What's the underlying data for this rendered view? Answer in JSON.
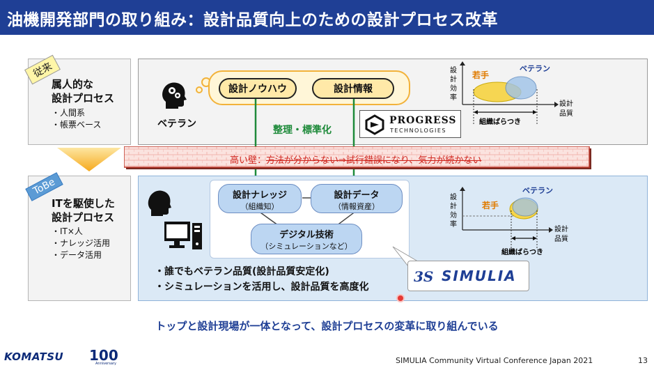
{
  "title": "油機開発部門の取り組み：設計品質向上のための設計プロセス改革",
  "current": {
    "tag": "従来",
    "process_title_1": "属人的な",
    "process_title_2": "設計プロセス",
    "bullets": [
      "・人間系",
      "・帳票ベース"
    ],
    "person_label": "ベテラン",
    "pill_knowhow": "設計ノウハウ",
    "pill_info": "設計情報",
    "standardize": "整理・標準化",
    "logo_main": "PROGRESS",
    "logo_sub": "TECHNOLOGIES",
    "chart": {
      "y_label": [
        "設",
        "計",
        "効",
        "率"
      ],
      "x_label": [
        "設計",
        "品質"
      ],
      "series_young": "若手",
      "series_veteran": "ベテラン",
      "variation": "組織ばらつき"
    }
  },
  "wall": {
    "prefix": "高い壁：",
    "struck": "方法が分からない⇒試行錯誤になり、気力が続かない"
  },
  "future": {
    "tag": "ToBe",
    "process_title_1": "ITを駆使した",
    "process_title_2": "設計プロセス",
    "bullets": [
      "・IT×人",
      "・ナレッジ活用",
      "・データ活用"
    ],
    "bubble_knowledge": {
      "title": "設計ナレッジ",
      "sub": "（組織知）"
    },
    "bubble_data": {
      "title": "設計データ",
      "sub": "（情報資産）"
    },
    "bubble_digital": {
      "title": "デジタル技術",
      "sub": "（シミュレーションなど）"
    },
    "statements": [
      "・誰でもベテラン品質(設計品質安定化)",
      "・シミュレーションを活用し、設計品質を高度化"
    ],
    "logo": "SIMULIA",
    "chart": {
      "y_label": [
        "設",
        "計",
        "効",
        "率"
      ],
      "x_label": [
        "設計",
        "品質"
      ],
      "series_young": "若手",
      "series_veteran": "ベテラン",
      "variation": "組織ばらつき"
    }
  },
  "footer_message": "トップと設計現場が一体となって、設計プロセスの変革に取り組んでいる",
  "company": "KOMATSU",
  "anniversary": "100",
  "anniversary_sub": "Anniversary",
  "conference": "SIMULIA Community Virtual Conference Japan 2021",
  "page_number": "13",
  "colors": {
    "title_bar": "#1f3f95",
    "green": "#1e8a3a",
    "wall_red": "#d0261e",
    "accent_orange": "#f2b23a",
    "bubble_blue": "#bcd6f2"
  }
}
